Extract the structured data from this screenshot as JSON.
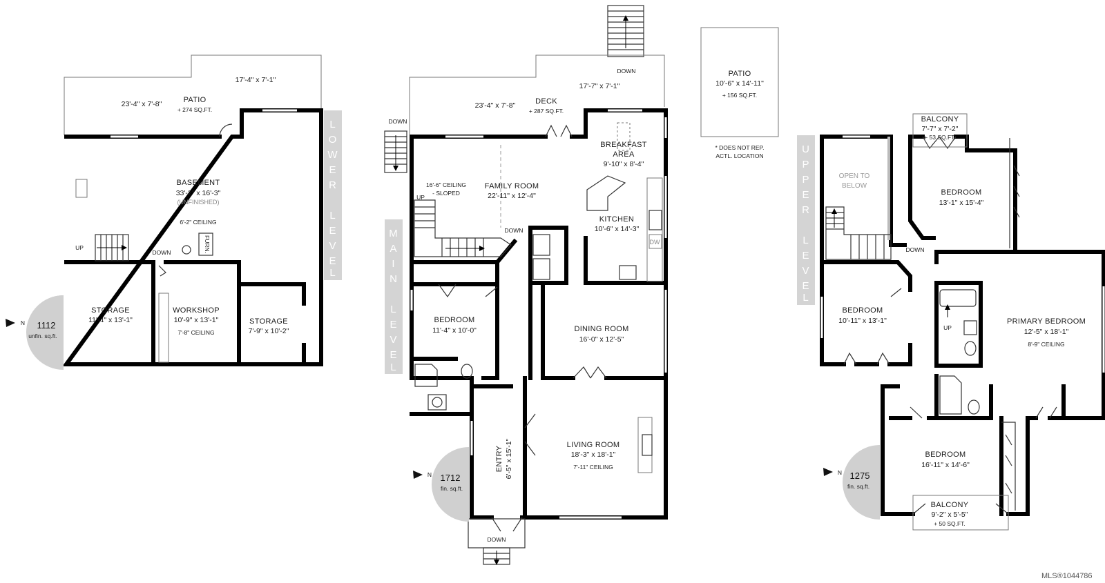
{
  "lower_level": {
    "level_label": [
      "L",
      "O",
      "W",
      "E",
      "R",
      "",
      "L",
      "E",
      "V",
      "E",
      "L"
    ],
    "patio_name": "PATIO",
    "patio_dim_left": "23'-4\" x 7'-8\"",
    "patio_dim_right": "17'-4\" x 7'-1\"",
    "patio_sqft": "+ 274 SQ.FT.",
    "basement_name": "BASEMENT",
    "basement_dim": "33'-2\" x 16'-3\"",
    "basement_note": "(UNFINISHED)",
    "basement_ceiling": "6'-2\" CEILING",
    "furn": "FURN.",
    "up": "UP",
    "down": "DOWN",
    "storage1_name": "STORAGE",
    "storage1_dim": "11'-4\" x 13'-1\"",
    "workshop_name": "WORKSHOP",
    "workshop_dim": "10'-9\" x 13'-1\"",
    "workshop_ceiling": "7'-8\" CEILING",
    "storage2_name": "STORAGE",
    "storage2_dim": "7'-9\" x 10'-2\"",
    "area_value": "1112",
    "area_unit": "unfin. sq.ft."
  },
  "main_level": {
    "level_label": [
      "M",
      "A",
      "I",
      "N",
      "",
      "L",
      "E",
      "V",
      "E",
      "L"
    ],
    "deck_name": "DECK",
    "deck_dim_left": "23'-4\" x 7'-8\"",
    "deck_dim_right": "17'-7\" x 7'-1\"",
    "deck_sqft": "+ 287 SQ.FT.",
    "down_top": "DOWN",
    "down_left": "DOWN",
    "down_stair": "DOWN",
    "down_bottom": "DOWN",
    "up": "UP",
    "breakfast_name_1": "BREAKFAST",
    "breakfast_name_2": "AREA",
    "breakfast_dim": "9'-10\" x 8'-4\"",
    "ceiling_note_1": "16'-6\" CEILING",
    "ceiling_note_2": "- SLOPED",
    "family_name": "FAMILY ROOM",
    "family_dim": "22'-11\" x 12'-4\"",
    "kitchen_name": "KITCHEN",
    "kitchen_dim": "10'-6\" x 14'-3\"",
    "dw": "DW",
    "bedroom_name": "BEDROOM",
    "bedroom_dim": "11'-4\" x 10'-0\"",
    "dining_name": "DINING ROOM",
    "dining_dim": "16'-0\" x 12'-5\"",
    "living_name": "LIVING ROOM",
    "living_dim": "18'-3\" x 18'-1\"",
    "living_ceiling": "7'-11\" CEILING",
    "entry_name": "ENTRY",
    "entry_dim": "6'-5\" x 15'-1\"",
    "area_value": "1712",
    "area_unit": "fin. sq.ft."
  },
  "detached_patio": {
    "name": "PATIO",
    "dim": "10'-6\" x 14'-11\"",
    "sqft": "+ 156 SQ.FT.",
    "note_1": "* DOES NOT REP.",
    "note_2": "ACTL. LOCATION"
  },
  "upper_level": {
    "level_label": [
      "U",
      "P",
      "P",
      "E",
      "R",
      "",
      "L",
      "E",
      "V",
      "E",
      "L"
    ],
    "balcony_top_name": "BALCONY",
    "balcony_top_dim": "7'-7\" x 7'-2\"",
    "balcony_top_sqft": "+ 53 SQ.FT.",
    "open_1": "OPEN TO",
    "open_2": "BELOW",
    "bedroom_ne_name": "BEDROOM",
    "bedroom_ne_dim": "13'-1\" x 15'-4\"",
    "down": "DOWN",
    "up": "UP",
    "bedroom_w_name": "BEDROOM",
    "bedroom_w_dim": "10'-11\" x 13'-1\"",
    "primary_name": "PRIMARY BEDROOM",
    "primary_dim": "12'-5\" x 18'-1\"",
    "primary_ceiling": "8'-9\" CEILING",
    "bedroom_s_name": "BEDROOM",
    "bedroom_s_dim": "16'-11\" x 14'-6\"",
    "balcony_bottom_name": "BALCONY",
    "balcony_bottom_dim": "9'-2\" x 5'-5\"",
    "balcony_bottom_sqft": "+ 50 SQ.FT.",
    "area_value": "1275",
    "area_unit": "fin. sq.ft."
  },
  "north_marker": "N",
  "mls_id": "MLS®1044786"
}
